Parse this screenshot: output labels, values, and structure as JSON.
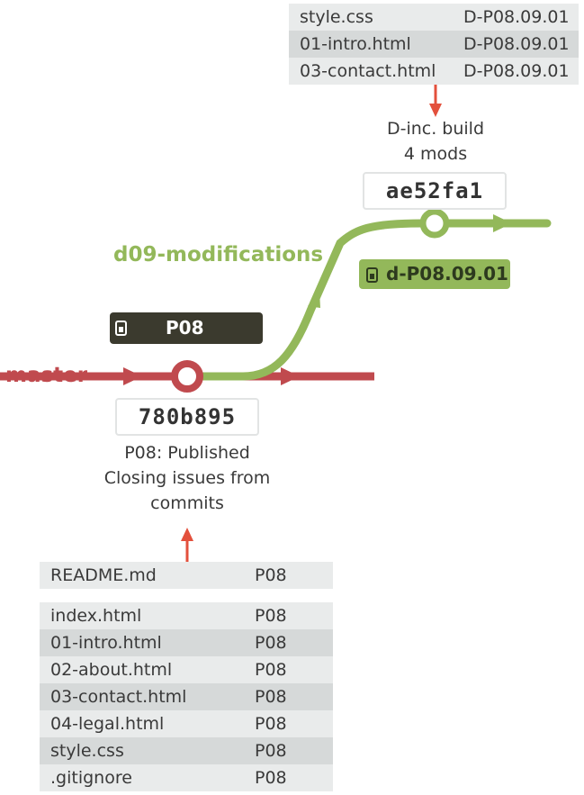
{
  "top_table": {
    "rows": [
      {
        "file": "style.css",
        "version": "D-P08.09.01"
      },
      {
        "file": "01-intro.html",
        "version": "D-P08.09.01"
      },
      {
        "file": "03-contact.html",
        "version": "D-P08.09.01"
      }
    ]
  },
  "d09_commit": {
    "hash": "ae52fa1",
    "message_lines": [
      "D-inc. build",
      "4 mods"
    ],
    "tag": "d-P08.09.01"
  },
  "master_commit": {
    "hash": "780b895",
    "message_lines": [
      "P08: Published",
      "Closing issues from",
      "commits"
    ],
    "tag": "P08"
  },
  "branches": {
    "master": {
      "label": "master",
      "color": "#c04a4e"
    },
    "d09": {
      "label": "d09-modifications",
      "color": "#93b85a"
    }
  },
  "tag_colors": {
    "p08": "#3b3a2e",
    "d09": "#93b85a"
  },
  "arrow_color": "#e3503c",
  "bottom_table": {
    "readme": {
      "file": "README.md",
      "version": "P08"
    },
    "rows": [
      {
        "file": "index.html",
        "version": "P08"
      },
      {
        "file": "01-intro.html",
        "version": "P08"
      },
      {
        "file": "02-about.html",
        "version": "P08"
      },
      {
        "file": "03-contact.html",
        "version": "P08"
      },
      {
        "file": "04-legal.html",
        "version": "P08"
      },
      {
        "file": "style.css",
        "version": "P08"
      },
      {
        "file": ".gitignore",
        "version": "P08"
      }
    ]
  }
}
